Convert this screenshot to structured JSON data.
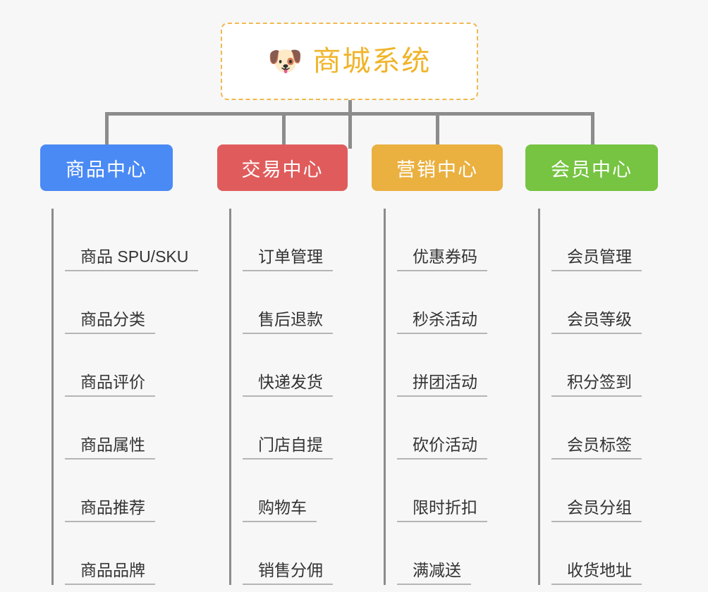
{
  "background_color": "#f7f7f7",
  "root": {
    "icon": "shiba-dog-face-icon",
    "emoji": "🐶",
    "title": "商城系统",
    "text_color": "#f0b429",
    "border_color": "#f0ba50",
    "fill_color": "#ffffff"
  },
  "connector_color": "#8c8c8c",
  "leaf_underline_color": "#b5b5b5",
  "leaf_text_color": "#333333",
  "branches": [
    {
      "label": "商品中心",
      "color": "#4a8af4",
      "items": [
        "商品 SPU/SKU",
        "商品分类",
        "商品评价",
        "商品属性",
        "商品推荐",
        "商品品牌"
      ]
    },
    {
      "label": "交易中心",
      "color": "#e05c5c",
      "items": [
        "订单管理",
        "售后退款",
        "快递发货",
        "门店自提",
        "购物车",
        "销售分佣"
      ]
    },
    {
      "label": "营销中心",
      "color": "#eab040",
      "items": [
        "优惠券码",
        "秒杀活动",
        "拼团活动",
        "砍价活动",
        "限时折扣",
        "满减送"
      ]
    },
    {
      "label": "会员中心",
      "color": "#76c442",
      "items": [
        "会员管理",
        "会员等级",
        "积分签到",
        "会员标签",
        "会员分组",
        "收货地址"
      ]
    }
  ]
}
